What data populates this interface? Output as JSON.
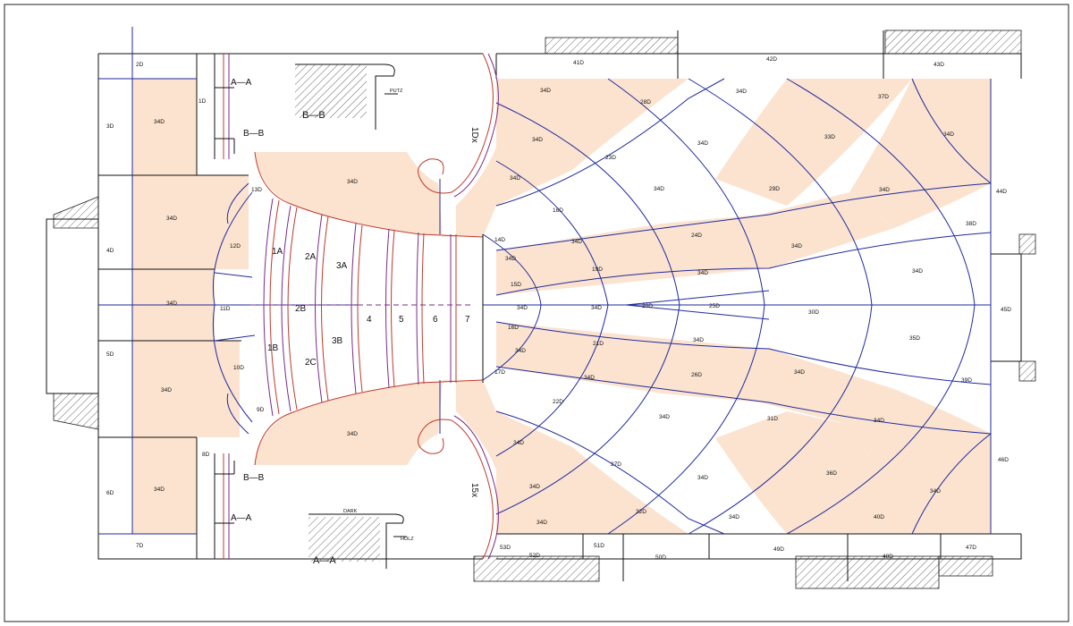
{
  "colors": {
    "fill": "#fbe3cf",
    "blue": "#1f2a9e",
    "red": "#c0392b",
    "black": "#111111"
  },
  "section_labels": {
    "aa_top": "A—A",
    "bb_top": "B—B",
    "bb_detail": "B—B",
    "bb_bottom": "B—B",
    "aa_bottom": "A—A",
    "aa_detail": "A—A",
    "putz": "PUTZ",
    "holz": "HOLZ",
    "dark": "DARK"
  },
  "steps": [
    "1A",
    "2A",
    "3A",
    "2B",
    "1B",
    "3B",
    "2C",
    "4",
    "5",
    "6",
    "7"
  ],
  "special_marks": {
    "ten": "1Dx",
    "fifteen": "15x"
  },
  "panels": {
    "p2": "2D",
    "p3": "3D",
    "p4": "4D",
    "p5": "5D",
    "p6": "6D",
    "p7": "7D",
    "p1": "1D",
    "p8": "8D",
    "p9": "9D",
    "p10": "10D",
    "p11": "11D",
    "p12": "12D",
    "p13": "13D",
    "p14": "14D",
    "p15": "15D",
    "p16": "16D",
    "p17": "17D",
    "p18": "18D",
    "p19": "19D",
    "p20": "20D",
    "p21": "21D",
    "p22": "22D",
    "p23": "23D",
    "p24": "24D",
    "p25": "25D",
    "p26": "26D",
    "p27": "27D",
    "p28": "28D",
    "p29": "29D",
    "p30": "30D",
    "p31": "31D",
    "p32": "32D",
    "p33": "33D",
    "p35": "35D",
    "p36": "36D",
    "p37": "37D",
    "p38": "38D",
    "p39": "39D",
    "p40": "40D",
    "p41": "41D",
    "p42": "42D",
    "p43": "43D",
    "p44": "44D",
    "p45": "45D",
    "p46": "46D",
    "p47": "47D",
    "p48": "48D",
    "p49": "49D",
    "p50": "50D",
    "p51": "51D",
    "p52": "52D",
    "p53": "53D",
    "p34": "34D"
  }
}
